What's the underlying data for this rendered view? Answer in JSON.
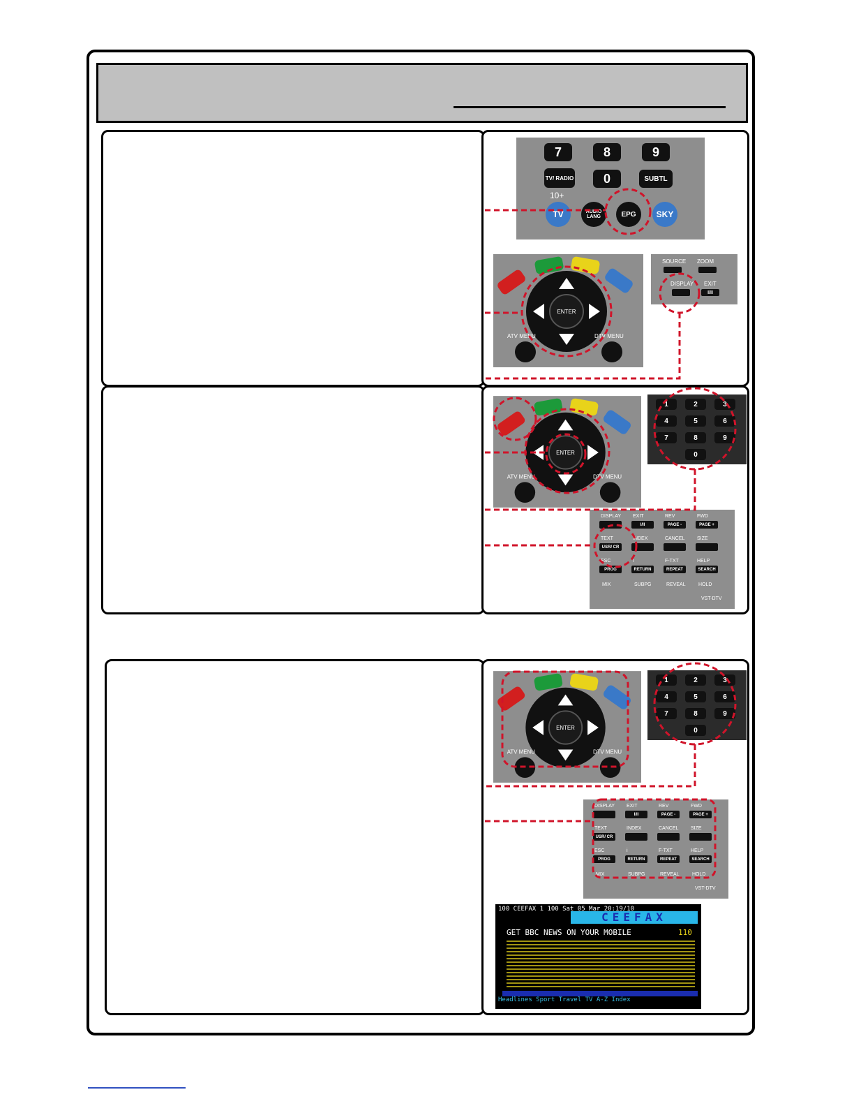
{
  "remote_numbers": {
    "seven": "7",
    "eight": "8",
    "nine": "9",
    "zero": "0",
    "tv_radio": "TV/ RADIO",
    "subtl": "SUBTL",
    "ten_plus": "10+",
    "tv": "TV",
    "audio_lang": "AUDIO LANG",
    "epg": "EPG",
    "sky": "SKY"
  },
  "nav": {
    "enter": "ENTER",
    "atv_menu": "ATV MENU",
    "dtv_menu": "DTV MENU"
  },
  "source_strip": {
    "source": "SOURCE",
    "zoom": "ZOOM",
    "display": "DISPLAY",
    "exit": "EXIT",
    "exit_key": "I/II"
  },
  "keypad": {
    "keys": [
      "1",
      "2",
      "3",
      "4",
      "5",
      "6",
      "7",
      "8",
      "9",
      "0"
    ]
  },
  "function_block": {
    "row1_labels": [
      "DISPLAY",
      "EXIT",
      "REV",
      "FWD"
    ],
    "row1_keys": [
      "",
      "I/II",
      "PAGE -",
      "PAGE +"
    ],
    "row2_labels": [
      "TEXT",
      "INDEX",
      "CANCEL",
      "SIZE"
    ],
    "row2_keys": [
      "USR/ CR",
      "",
      "",
      ""
    ],
    "row3_labels": [
      "ESC",
      "i",
      "F-TXT",
      "HELP"
    ],
    "row3_keys": [
      "PROG",
      "RETURN",
      "REPEAT",
      "SEARCH"
    ],
    "row4_labels": [
      "MIX",
      "SUBPG",
      "REVEAL",
      "HOLD"
    ],
    "model": "VST-DTV"
  },
  "teletext": {
    "header": "100  CEEFAX 1 100 Sat 05 Mar 20:19/10",
    "logo": "CEEFAX",
    "headline": "GET BBC NEWS ON YOUR MOBILE",
    "headline_page": "110",
    "footer": "Headlines  Sport  Travel TV  A-Z Index"
  },
  "colors": {
    "red": "#d21f1f",
    "green": "#1c9a3a",
    "yellow": "#e8d31a",
    "blue": "#3a79c8",
    "callout": "#d0142a"
  }
}
